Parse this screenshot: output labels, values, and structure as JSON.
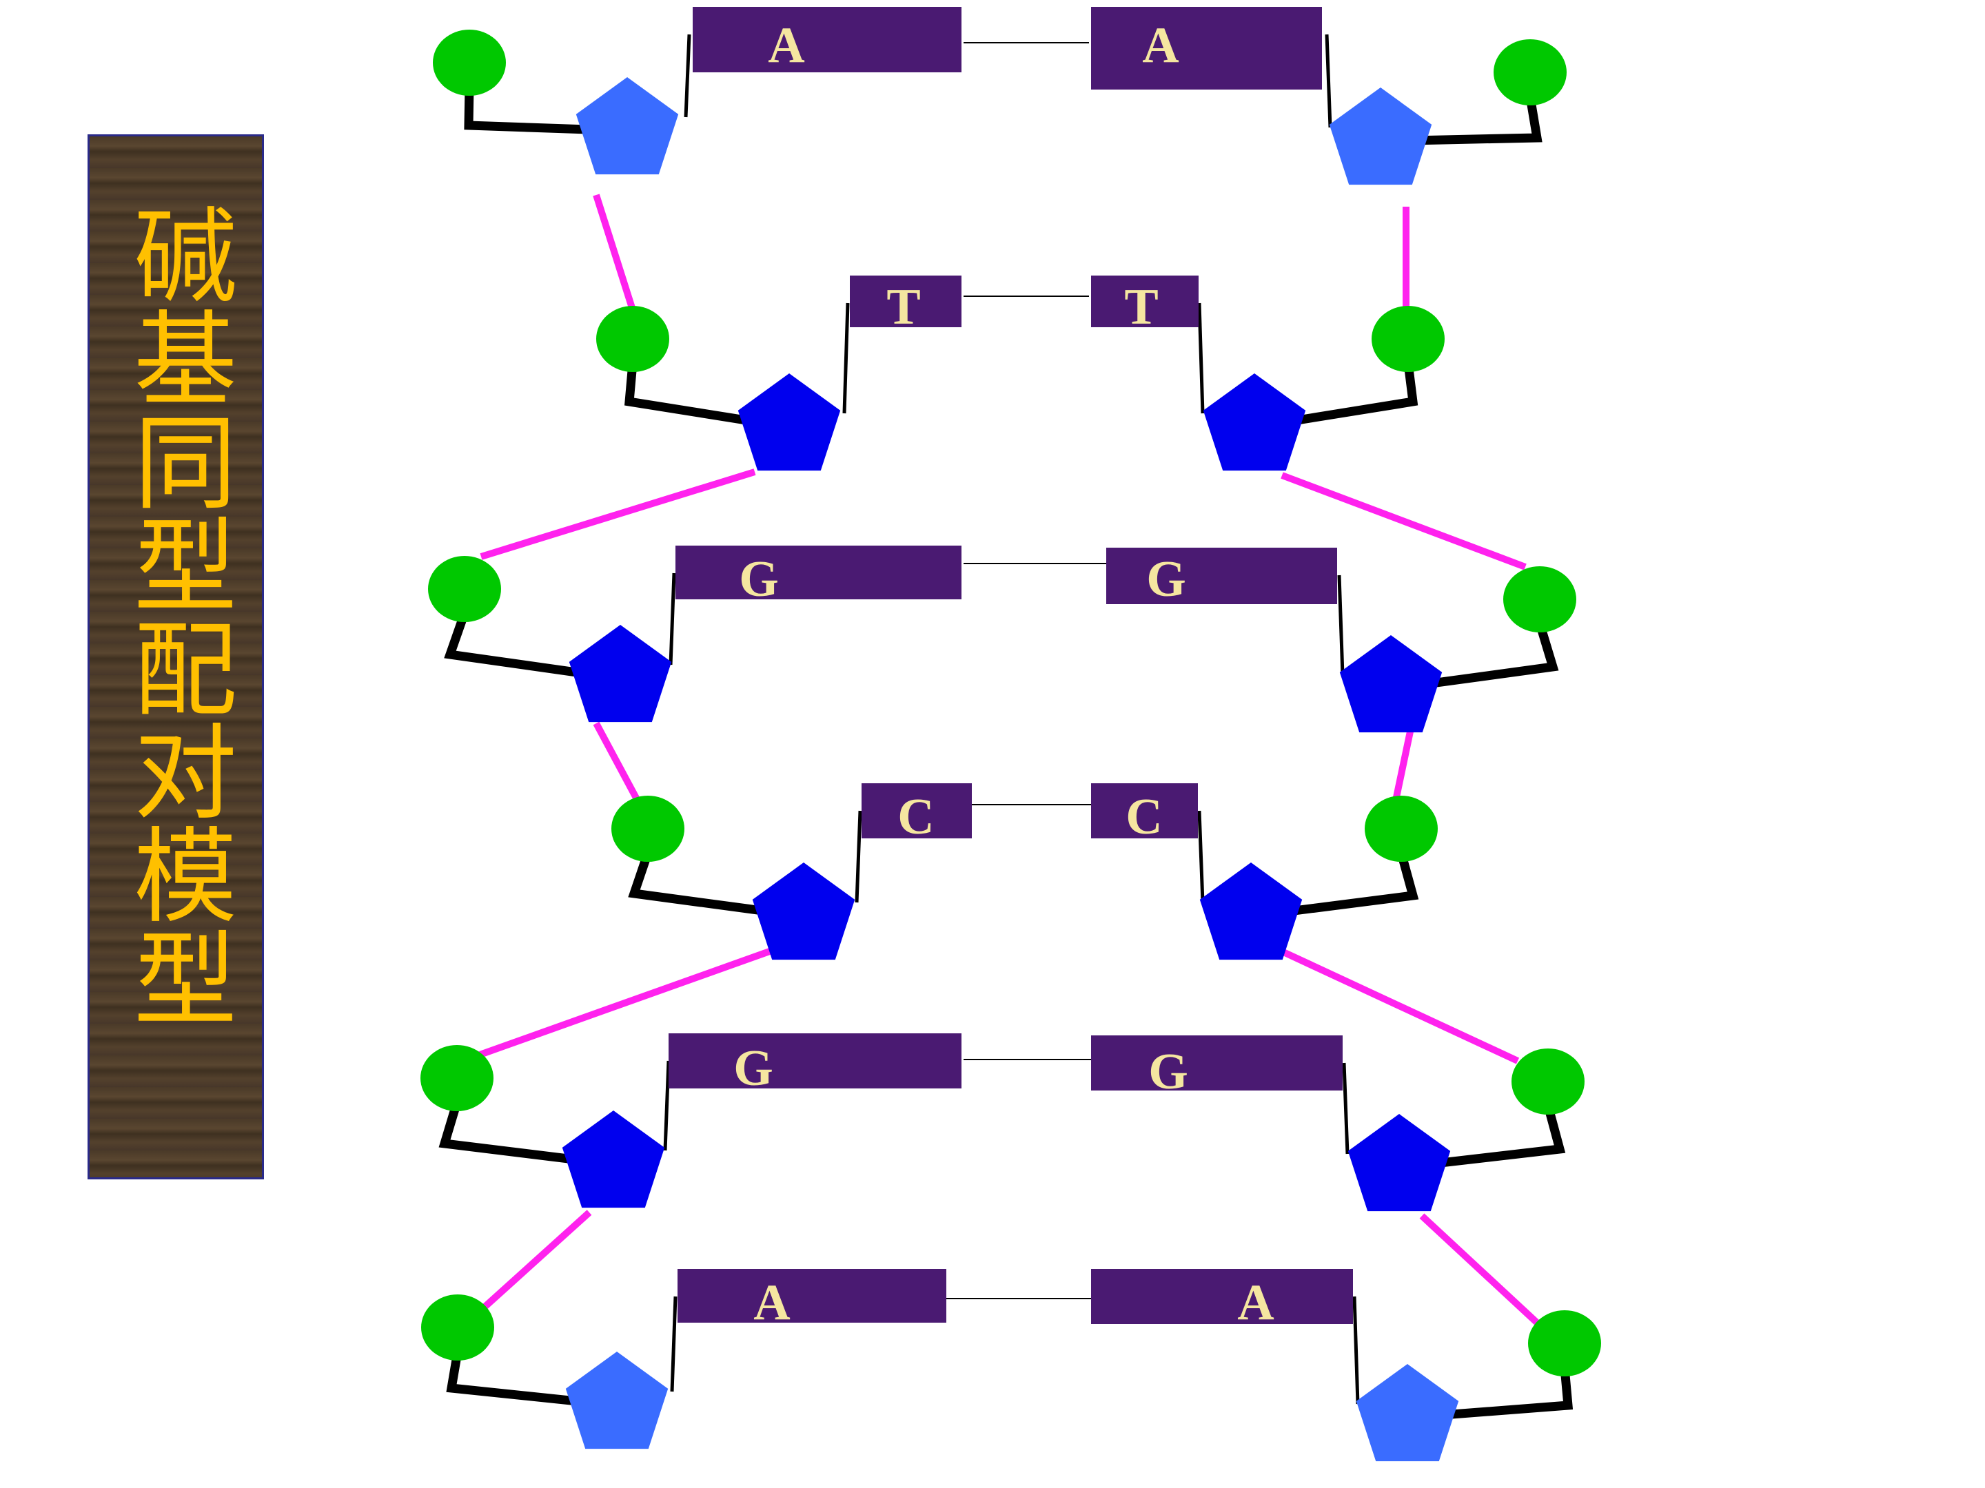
{
  "title": "碱基同型配对模型",
  "colors": {
    "base_block": "#4a1a72",
    "base_letter": "#f5e6a0",
    "phosphate": "#00c800",
    "sugar_light": "#3a6cff",
    "sugar_dark": "#0000ee",
    "backbone_link": "#ff22ee",
    "bond_stick": "#000000",
    "title_text": "#ffc000"
  },
  "pairs": [
    {
      "left": "A",
      "right": "A"
    },
    {
      "left": "T",
      "right": "T"
    },
    {
      "left": "G",
      "right": "G"
    },
    {
      "left": "C",
      "right": "C"
    },
    {
      "left": "G",
      "right": "G"
    },
    {
      "left": "A",
      "right": "A"
    }
  ]
}
